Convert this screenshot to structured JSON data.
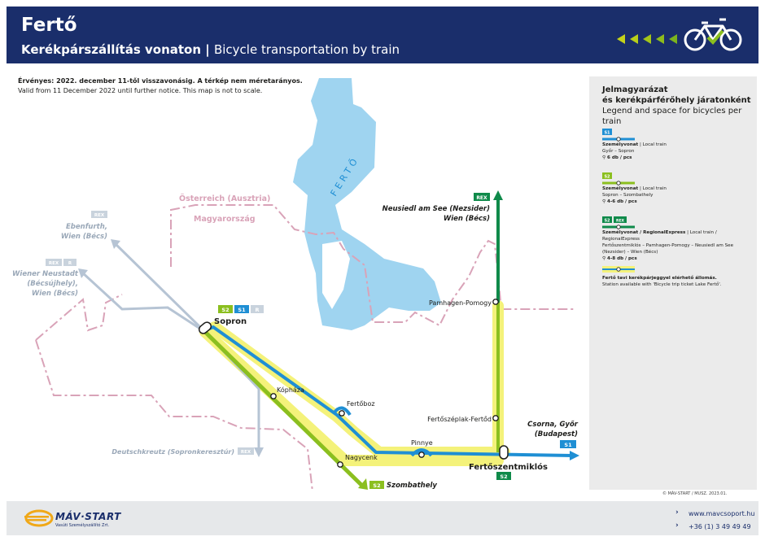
{
  "header": {
    "title": "Fertő",
    "subtitle_hu": "Kerékpárszállítás vonaton",
    "subtitle_sep": " | ",
    "subtitle_en": "Bicycle transportation by train"
  },
  "validity": {
    "hu": "Érvényes: 2022. december 11-től visszavonásig. A térkép nem méretarányos.",
    "en": "Valid from 11 December 2022 until further notice. This map is not to scale."
  },
  "map": {
    "lake_label": "FERTŐ",
    "border_at": "Österreich (Ausztria)",
    "border_hu": "Magyarország",
    "destinations": {
      "ebenfurth_1": "Ebenfurth,",
      "ebenfurth_2": "Wien (Bécs)",
      "wiener_neustadt_1": "Wiener Neustadt",
      "wiener_neustadt_2": "(Bécsújhely),",
      "wiener_neustadt_3": "Wien (Bécs)",
      "deutschkreutz": "Deutschkreutz (Sopronkeresztúr)",
      "neusiedl_1": "Neusiedl am See (Nezsider)",
      "neusiedl_2": "Wien (Bécs)",
      "csorna_1": "Csorna, Győr",
      "csorna_2": "(Budapest)",
      "szombathely": "Szombathely"
    },
    "stations": {
      "sopron": "Sopron",
      "kophaza": "Kópháza",
      "nagycenk": "Nagycenk",
      "fertoboz": "Fertőboz",
      "pinnye": "Pinnye",
      "fertoszeplak": "Fertőszéplak-Fertőd",
      "fertoszentmiklos": "Fertőszentmiklós",
      "pamhagen": "Pamhagen-Pomogy"
    },
    "badges": {
      "s1": "S1",
      "s2": "S2",
      "rex": "REX",
      "r": "R"
    }
  },
  "legend": {
    "title_hu_1": "Jelmagyarázat",
    "title_hu_2": "és kerékpárférőhely járatonként",
    "title_en": "Legend and space for bicycles per train",
    "items": [
      {
        "type": "Személyvonat",
        "type_en": "Local train",
        "route": "Győr – Sopron",
        "capacity": "6 db / pcs"
      },
      {
        "type": "Személyvonat",
        "type_en": "Local train",
        "route": "Sopron – Szombathely",
        "capacity": "4-6 db / pcs"
      },
      {
        "type": "Személyvonat / RegionalExpress",
        "type_en": "Local train / RegionalExpress",
        "route": "Fertőszentmiklós – Pamhagen-Pomogy – Neusiedl am See (Nezsider) – Wien (Bécs)",
        "capacity": "4-8 db / pcs"
      },
      {
        "type": "Fertő tavi kerékpárjeggyel elérhető állomás.",
        "type_en": "Station available with 'Bicycle trip ticket Lake Fertő'.",
        "route": "",
        "capacity": ""
      }
    ]
  },
  "copyright": "© MÁV-START / MUSZ. 2023.01.",
  "footer": {
    "brand": "MÁV·START",
    "brand_sub": "Vasúti Személyszállító Zrt.",
    "web": "www.mavcsoport.hu",
    "phone": "+36 (1) 3 49 49 49"
  },
  "colors": {
    "navy": "#1a2e6b",
    "lake": "#9fd4f0",
    "s1_blue": "#1f8fd4",
    "s2_green": "#8bbf1f",
    "rex_green": "#0f8a4a",
    "ticket_zone": "#f4f27a",
    "border": "#d9a3b8",
    "foreign_line": "#b6c4d4"
  }
}
